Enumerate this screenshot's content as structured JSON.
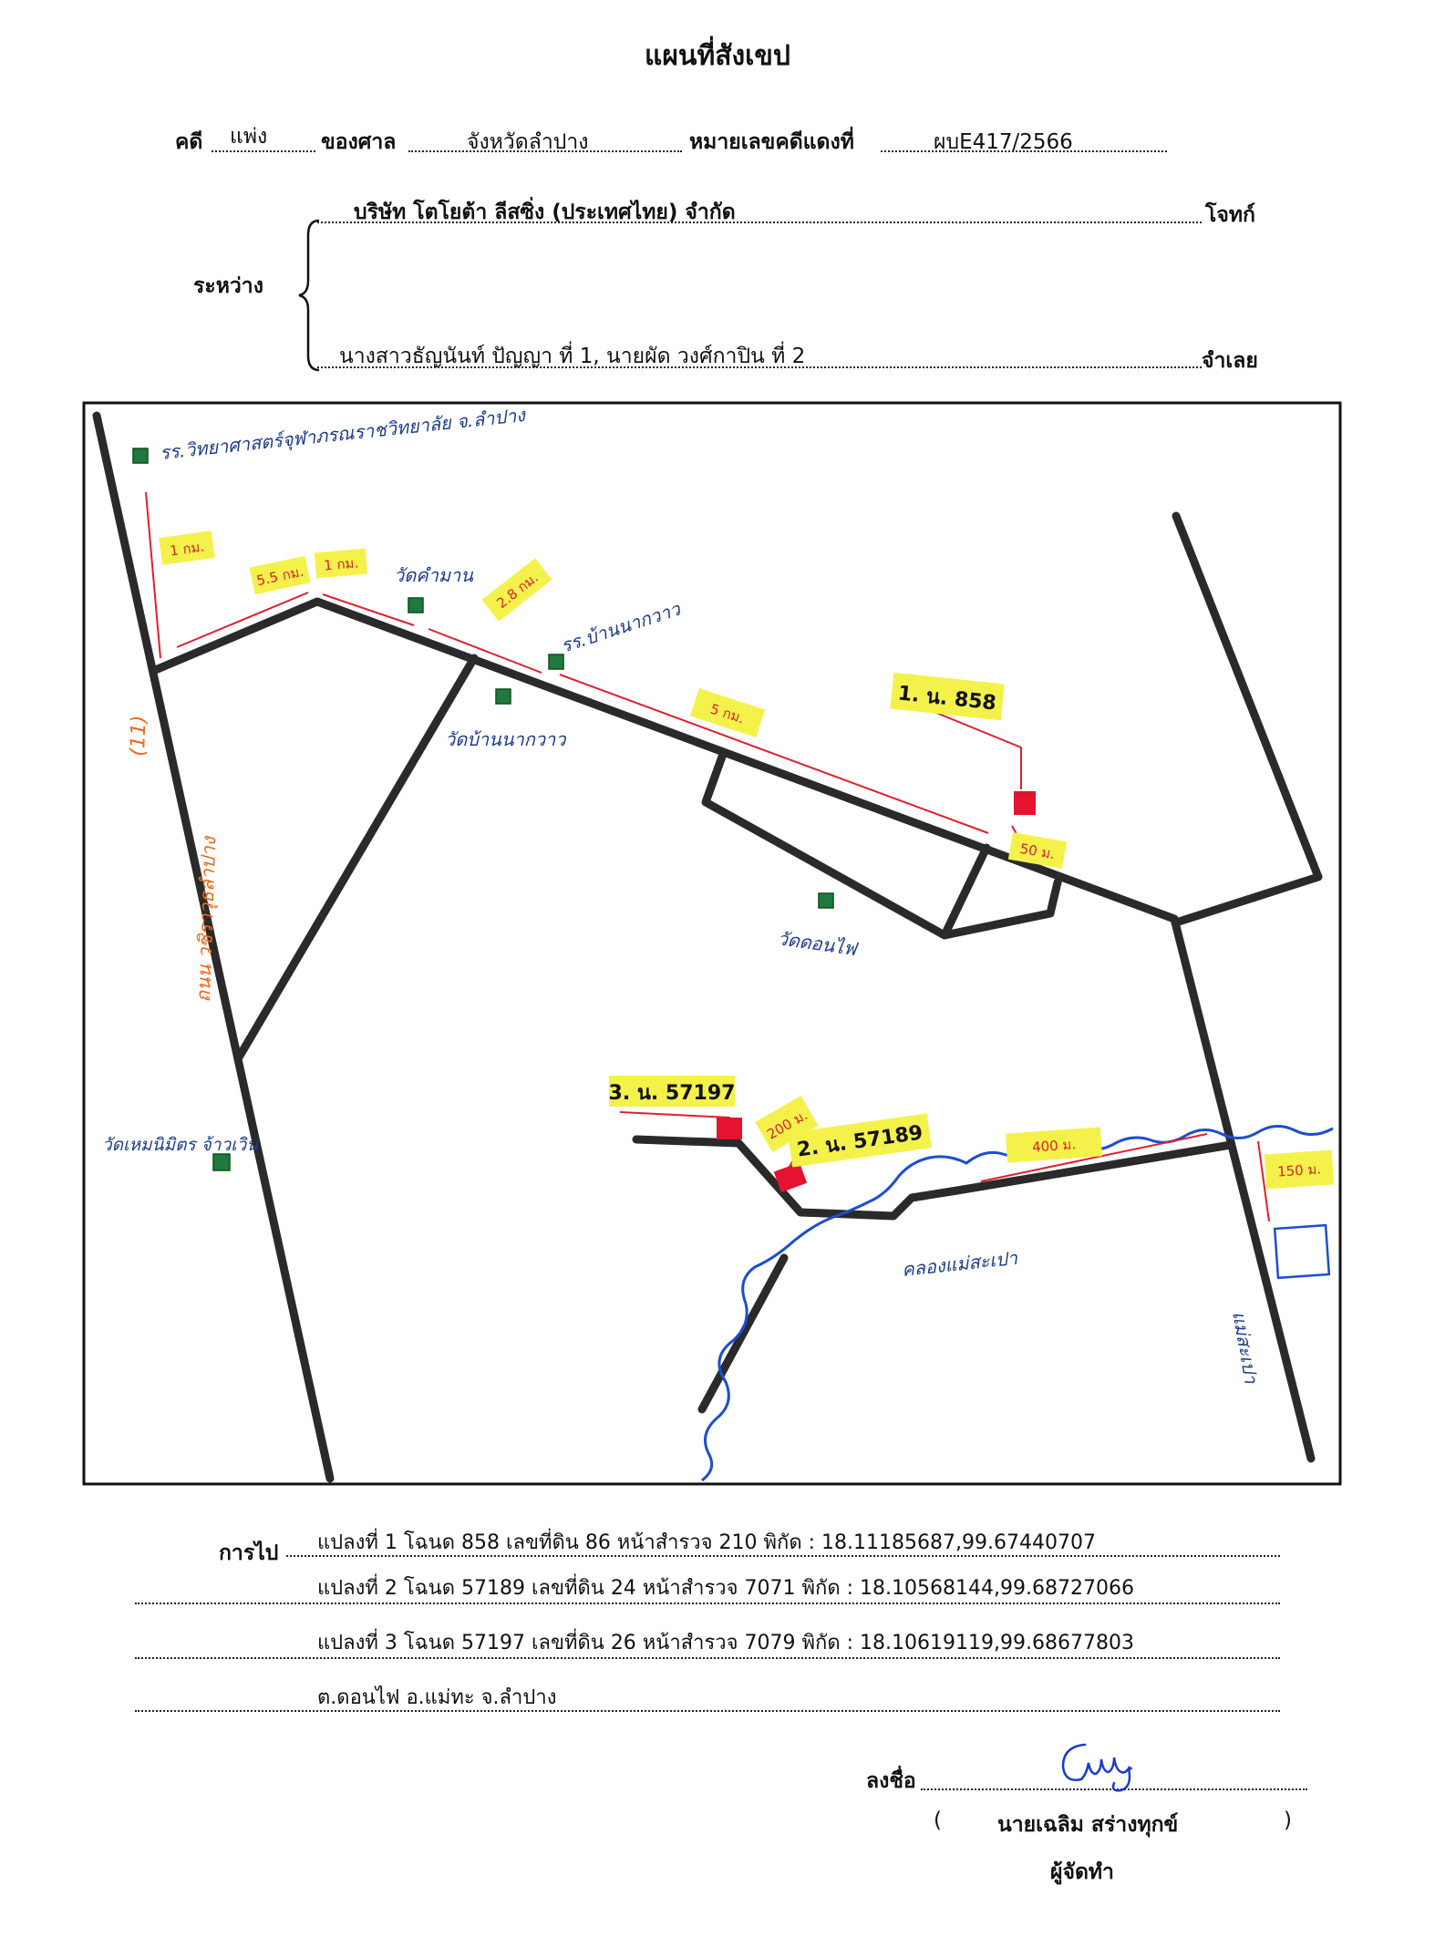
{
  "header": {
    "title": "แผนที่สังเขป",
    "case_label": "คดี",
    "case_type": "แพ่ง",
    "court_label": "ของศาล",
    "court_name": "จังหวัดลำปาง",
    "case_no_label": "หมายเลขคดีแดงที่",
    "case_no": "ผบE417/2566",
    "between_label": "ระหว่าง",
    "plaintiff": "บริษัท โตโยต้า ลีสซิ่ง (ประเทศไทย) จำกัด",
    "plaintiff_role": "โจทก์",
    "defendant": "นางสาวธัญนันท์ ปัญญา ที่ 1, นายผัด วงศ์กาปิน ที่ 2",
    "defendant_role": "จำเลย"
  },
  "map": {
    "landmarks": {
      "school_top": "รร.วิทยาศาสตร์จุฬาภรณราชวิทยาลัย จ.ลำปาง",
      "wat_khamman": "วัดคำมาน",
      "school_bannakwao": "รร.บ้านนากวาว",
      "wat_bannakwao": "วัดบ้านนากวาว",
      "wat_donfai": "วัดดอนไฟ",
      "wat_hemmin": "วัดเหมนิมิตร จ้าวเวิน",
      "khlong": "คลองแม่สะเปา",
      "mae_sapao": "แม่สะเปา",
      "road_11": "(11)",
      "road_name": "ถนน วชิราวุธลำปาง"
    },
    "parcels": {
      "p1": "1. น. 858",
      "p2": "2. น. 57189",
      "p3": "3. น. 57197"
    },
    "distances": {
      "d1": "1 กม.",
      "d2": "5.5 กม.",
      "d3": "1 กม.",
      "d4": "2.8 กม.",
      "d5": "5 กม.",
      "d6": "50 ม.",
      "d7": "200 ม.",
      "d8": "400 ม.",
      "d9": "150 ม."
    },
    "colors": {
      "road": "#2a2a2a",
      "route": "#e0202e",
      "river": "#1a4fd0",
      "marker": "#e51230",
      "landmark": "#1e7a3c",
      "highlight": "#f4f24a",
      "annotation": "#1c3c8c",
      "road_label": "#f0661a"
    }
  },
  "directions": {
    "label": "การไป",
    "parcel1": "แปลงที่ 1    โฉนด 858  เลขที่ดิน 86 หน้าสำรวจ 210   พิกัด :   18.11185687,99.67440707",
    "parcel2": "แปลงที่ 2    โฉนด 57189  เลขที่ดิน 24 หน้าสำรวจ 7071  พิกัด :  18.10568144,99.68727066",
    "parcel3": "แปลงที่ 3    โฉนด 57197  เลขที่ดิน 26 หน้าสำรวจ 7079  พิกัด :  18.10619119,99.68677803",
    "location": "ต.ดอนไฟ  อ.แม่ทะ  จ.ลำปาง"
  },
  "signature": {
    "label": "ลงชื่อ",
    "name_open": "(",
    "name": "นายเฉลิม  สร่างทุกข์",
    "name_close": ")",
    "role": "ผู้จัดทำ"
  }
}
